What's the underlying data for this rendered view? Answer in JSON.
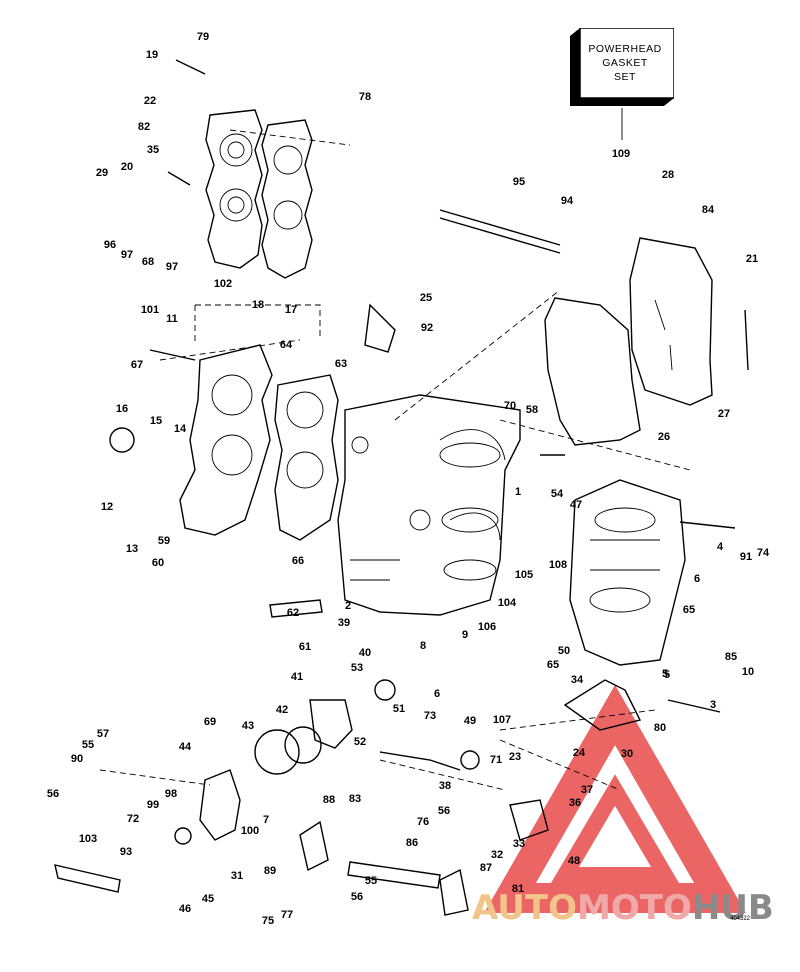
{
  "gasket_set": {
    "lines": [
      "POWERHEAD",
      "GASKET",
      "SET"
    ],
    "part_no": "109"
  },
  "watermark": {
    "auto": "AUTO",
    "moto": "MOTO",
    "hub": "HUB",
    "colors": {
      "triangle": "#e94b4b",
      "auto": "#f3c48a",
      "moto": "#f0a9a9",
      "hub": "#8a8a8a"
    }
  },
  "drawing_code": "404322",
  "callouts": [
    "79",
    "19",
    "22",
    "82",
    "35",
    "20",
    "29",
    "96",
    "97",
    "68",
    "97",
    "101",
    "102",
    "18",
    "17",
    "78",
    "11",
    "64",
    "67",
    "16",
    "15",
    "14",
    "12",
    "13",
    "63",
    "59",
    "60",
    "66",
    "62",
    "2",
    "39",
    "61",
    "40",
    "53",
    "41",
    "51",
    "52",
    "42",
    "43",
    "69",
    "44",
    "57",
    "55",
    "90",
    "56",
    "99",
    "98",
    "72",
    "103",
    "93",
    "46",
    "45",
    "100",
    "7",
    "89",
    "31",
    "75",
    "77",
    "88",
    "83",
    "76",
    "86",
    "55",
    "56",
    "87",
    "81",
    "56",
    "38",
    "73",
    "49",
    "71",
    "23",
    "32",
    "33",
    "48",
    "36",
    "37",
    "30",
    "80",
    "24",
    "3",
    "5",
    "4",
    "6",
    "91",
    "74",
    "65",
    "85",
    "10",
    "50",
    "65",
    "34",
    "5",
    "105",
    "108",
    "104",
    "106",
    "9",
    "8",
    "6",
    "107",
    "70",
    "58",
    "1",
    "54",
    "47",
    "26",
    "27",
    "21",
    "84",
    "28",
    "95",
    "94",
    "25",
    "92",
    "109"
  ]
}
